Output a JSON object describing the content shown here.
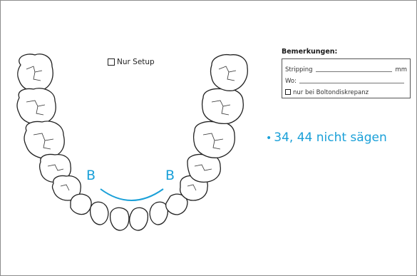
{
  "form": {
    "nur_setup_label": "Nur Setup",
    "remarks_title": "Bemerkungen:",
    "stripping_label": "Stripping",
    "stripping_unit": "mm",
    "wo_label": "Wo:",
    "bolton_label": "nur bei Boltondiskrepanz"
  },
  "annotation": {
    "bullet": "•",
    "text": "34, 44 nicht sägen"
  },
  "markers": {
    "left": "B",
    "right": "B"
  },
  "colors": {
    "accent": "#1aa0d8",
    "outline": "#222222"
  }
}
